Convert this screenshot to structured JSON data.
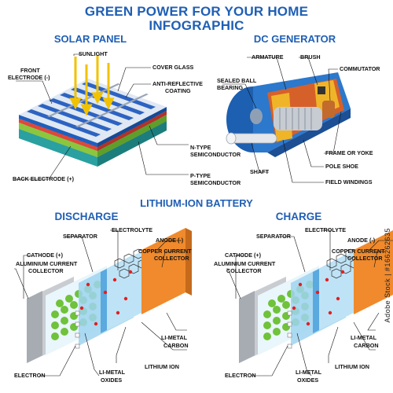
{
  "title_line1": "GREEN POWER FOR YOUR HOME",
  "title_line2": "INFOGRAPHIC",
  "solar": {
    "heading": "SOLAR PANEL",
    "labels": {
      "sunlight": "SUNLIGHT",
      "front_electrode_1": "FRONT",
      "front_electrode_2": "ELECTRODE (-)",
      "cover_glass": "COVER GLASS",
      "anti_reflective_1": "ANTI-REFLECTIVE",
      "anti_reflective_2": "COATING",
      "n_type_1": "N-TYPE",
      "n_type_2": "SEMICONDUCTOR",
      "p_type_1": "P-TYPE",
      "p_type_2": "SEMICONDUCTOR",
      "back_electrode": "BACK ELECTRODE (+)"
    }
  },
  "dc": {
    "heading": "DC GENERATOR",
    "labels": {
      "armature": "ARMATURE",
      "brush": "BRUSH",
      "commutator": "COMMUTATOR",
      "sealed_ball_1": "SEALED BALL",
      "sealed_ball_2": "BEARING",
      "frame": "FRAME OR YOKE",
      "pole_shoe": "POLE SHOE",
      "shaft": "SHAFT",
      "field_windings": "FIELD WINDINGS"
    }
  },
  "battery": {
    "heading": "LITHIUM-ION BATTERY",
    "discharge": {
      "heading": "DISCHARGE",
      "separator": "SEPARATOR",
      "electrolyte": "ELECTROLYTE",
      "anode": "ANODE (-)",
      "copper_1": "COPPER CURRENT",
      "copper_2": "COLLECTOR",
      "cathode": "CATHODE (+)",
      "aluminium_1": "ALUMINIUM CURRENT",
      "aluminium_2": "COLLECTOR",
      "li_metal_carbon_1": "LI-METAL",
      "li_metal_carbon_2": "CARBON",
      "lithium_ion": "LITHIUM ION",
      "electron": "ELECTRON",
      "li_metal_oxides_1": "LI-METAL",
      "li_metal_oxides_2": "OXIDES"
    },
    "charge": {
      "heading": "CHARGE",
      "separator": "SEPARATOR",
      "electrolyte": "ELECTROLYTE",
      "anode": "ANODE (-)",
      "copper_1": "COPPER CURRENT",
      "copper_2": "COLLECTOR",
      "cathode": "CATHODE (+)",
      "aluminium_1": "ALUMINIUM CURRENT",
      "aluminium_2": "COLLECTOR",
      "li_metal_carbon_1": "LI-METAL",
      "li_metal_carbon_2": "CARBON",
      "lithium_ion": "LITHIUM ION",
      "electron": "ELECTRON",
      "li_metal_oxides_1": "LI-METAL",
      "li_metal_oxides_2": "OXIDES"
    }
  },
  "stock_id": "Adobe Stock | #166262635",
  "colors": {
    "heading_blue": "#1f5fb5",
    "sun_arrow": "#f2c200",
    "cathode_green": "#6fc23a",
    "anode_orange": "#f08a2c",
    "electrolyte_blue": "#9fd4f0",
    "lithium_red": "#e02020"
  }
}
